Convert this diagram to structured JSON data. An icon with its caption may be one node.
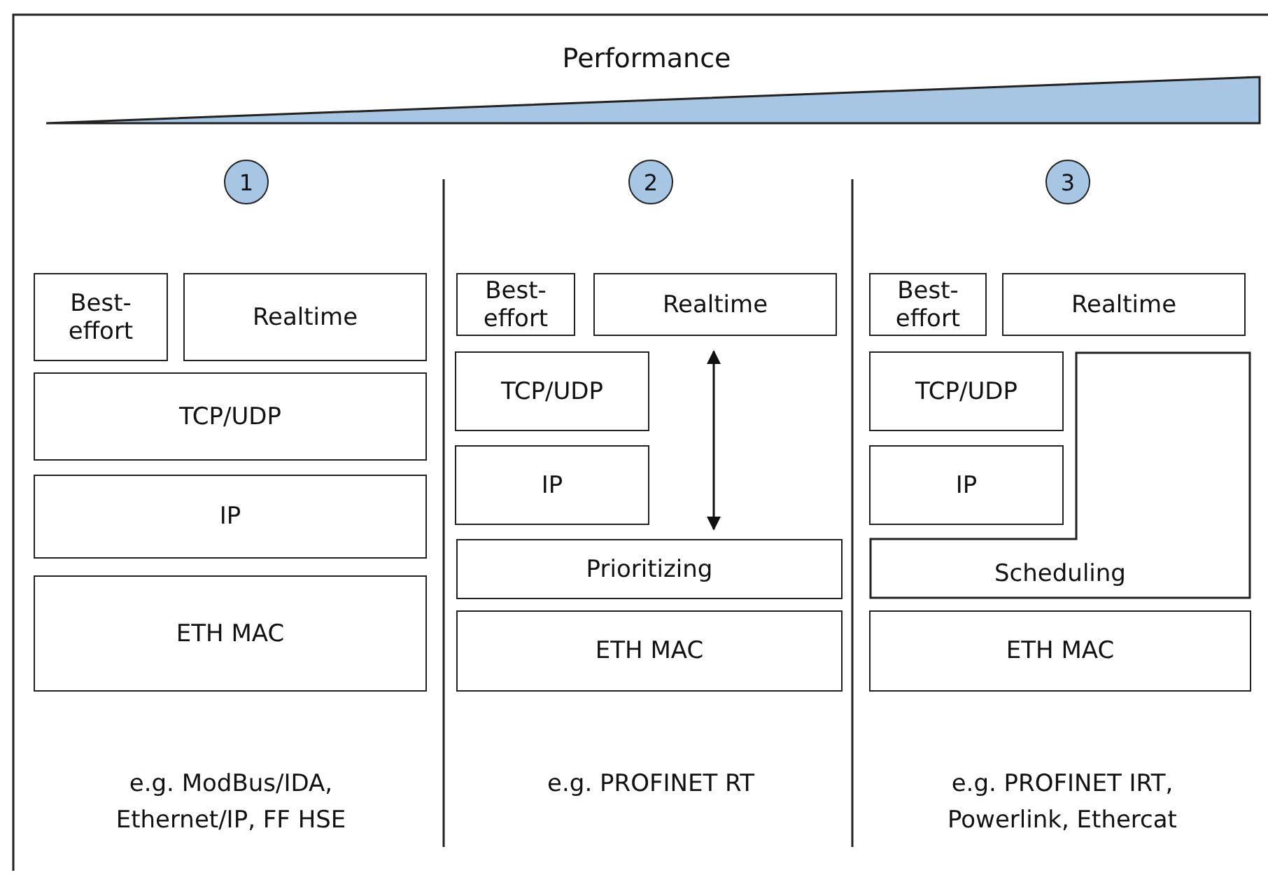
{
  "diagram": {
    "nodes": [
      {
        "text": [
          "1"
        ]
      },
      {
        "text": [
          "Best-effort"
        ]
      },
      {
        "text": [
          "Realtime"
        ]
      },
      {
        "text": [
          "TCP/UDP"
        ]
      },
      {
        "text": [
          "IP"
        ]
      },
      {
        "text": [
          "ETH MAC"
        ]
      },
      {
        "text": [
          "2"
        ]
      },
      {
        "text": [
          "Best-effort"
        ]
      },
      {
        "text": [
          "Realtime"
        ]
      },
      {
        "text": [
          "TCP/UDP"
        ]
      },
      {
        "text": [
          "IP"
        ]
      },
      {
        "text": [
          "Prioritizing"
        ]
      },
      {
        "text": [
          "ETH MAC"
        ]
      },
      {
        "text": [
          "3"
        ]
      },
      {
        "text": [
          "Best-effort"
        ]
      },
      {
        "text": [
          "Realtime"
        ]
      },
      {
        "text": [
          "TCP/UDP"
        ]
      },
      {
        "text": [
          "IP"
        ]
      },
      {
        "text": [
          "Scheduling"
        ]
      },
      {
        "text": [
          "ETH MAC"
        ]
      }
    ],
    "edges": [
      {
        "from": 8,
        "to": 11,
        "arrow": "both"
      }
    ],
    "labels": [
      "Performance",
      "e.g. ModBus/IDA, Ethernet/IP, FF HSE",
      "e.g. PROFINET RT",
      "e.g. PROFINET IRT, Powerlink, Ethercat"
    ]
  }
}
